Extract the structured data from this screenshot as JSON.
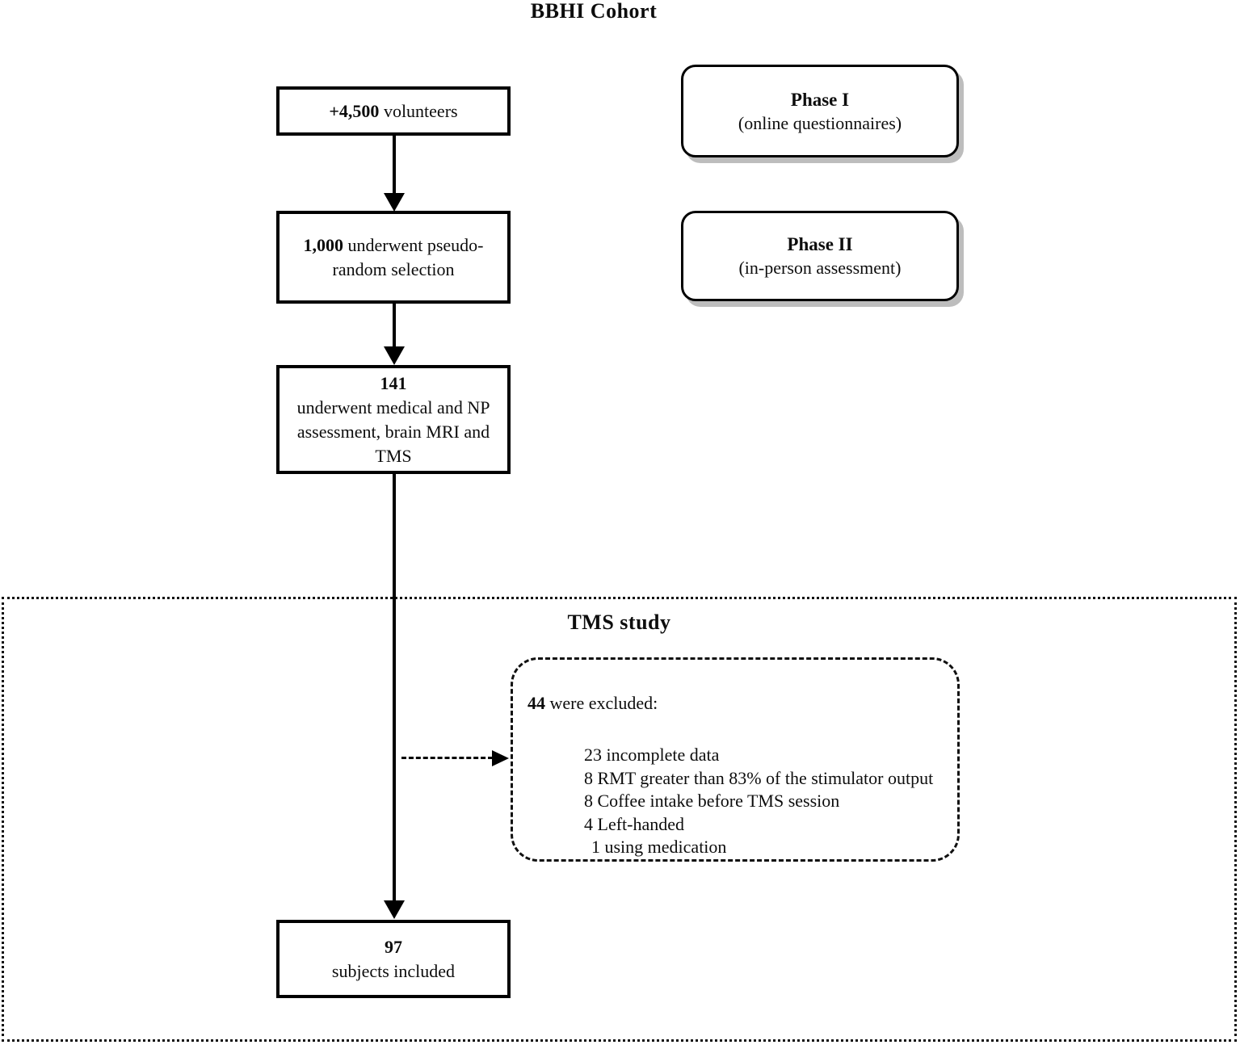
{
  "title": "BBHI Cohort",
  "flow": {
    "volunteers": {
      "bold": "+4,500",
      "rest": " volunteers"
    },
    "selection": {
      "bold": "1,000",
      "rest": " underwent pseudo-random selection"
    },
    "assessment": {
      "bold": "141",
      "rest": "underwent medical and NP assessment, brain MRI and TMS"
    },
    "included": {
      "bold": "97",
      "rest": "subjects included"
    }
  },
  "phases": [
    {
      "title": "Phase I",
      "subtitle": "(online questionnaires)"
    },
    {
      "title": "Phase II",
      "subtitle": "(in-person assessment)"
    }
  ],
  "tms_study": {
    "label": "TMS study",
    "exclusion": {
      "count": "44",
      "heading_rest": " were excluded:",
      "items": [
        "23 incomplete data",
        "8 RMT greater than 83% of the stimulator output",
        "8 Coffee intake before TMS session",
        "4 Left-handed",
        "1 using medication"
      ]
    }
  },
  "colors": {
    "line": "#000000",
    "shadow": "#bdbdbd",
    "background": "#ffffff"
  }
}
